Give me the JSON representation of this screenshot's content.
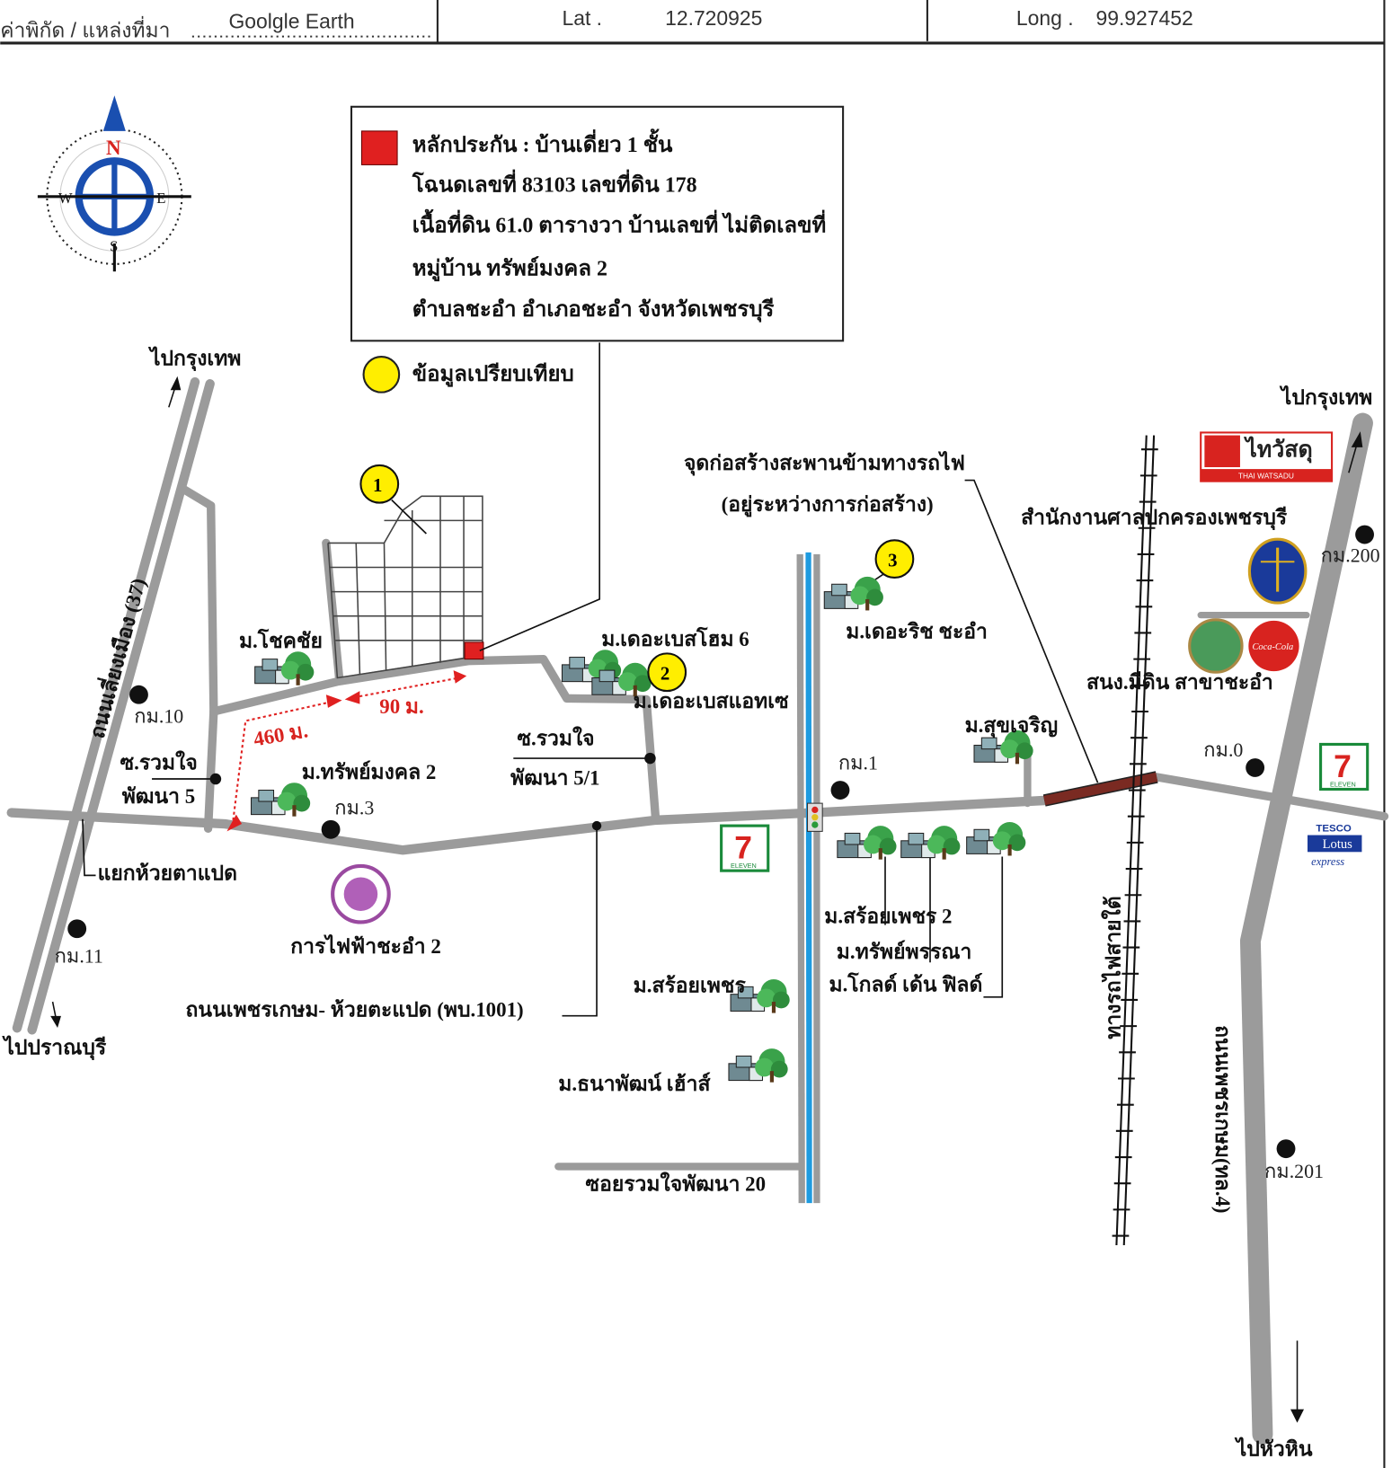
{
  "header": {
    "coords_label": "ค่าพิกัด / แหล่งที่มา",
    "source": "Goolgle Earth",
    "lat_label": "Lat .",
    "lat": "12.720925",
    "long_label": "Long .",
    "long": "99.927452"
  },
  "compass": {
    "n": "N",
    "e": "E",
    "s": "S",
    "w": "W"
  },
  "legend": {
    "collateral_color": "#e02020",
    "comparison_color": "#ffee00",
    "lines": [
      "หลักประกัน : บ้านเดี่ยว 1 ชั้น",
      "โฉนดเลขที่ 83103  เลขที่ดิน 178",
      "เนื้อที่ดิน 61.0 ตารางวา บ้านเลขที่ ไม่ติดเลขที่",
      "หมู่บ้าน ทรัพย์มงคล 2",
      "ตำบลชะอำ อำเภอชะอำ จังหวัดเพชรบุรี"
    ],
    "comparison": "ข้อมูลเปรียบเทียบ"
  },
  "markers": [
    "1",
    "2",
    "3"
  ],
  "distances": {
    "d1": "460 ม.",
    "d2": "90 ม."
  },
  "directions": {
    "to_bangkok_left": "ไปกรุงเทพ",
    "to_bangkok_right": "ไปกรุงเทพ",
    "to_pranburi": "ไปปราณบุรี",
    "to_huahin": "ไปหัวหิน"
  },
  "roads": {
    "bypass": "ถนนเลี่ยงเมือง (37)",
    "phetkasem": "ถนนเพชรเกษม(ทล.4)",
    "main_road": "ถนนเพชรเกษม- ห้วยตะแปด (พบ.1001)",
    "soi_5_a": "ซ.รวมใจ",
    "soi_5_b": "พัฒนา 5",
    "soi_51_a": "ซ.รวมใจ",
    "soi_51_b": "พัฒนา 5/1",
    "soi_20": "ซอยรวมใจพัฒนา 20",
    "junction": "แยกห้วยตาแปด",
    "railway": "ทางรถไฟสายใต้"
  },
  "km_markers": [
    "กม.10",
    "กม.3",
    "กม.11",
    "กม.1",
    "กม.0",
    "กม.200",
    "กม.201"
  ],
  "places": {
    "chokchai": "ม.โชคชัย",
    "sapmongkol2": "ม.ทรัพย์มงคล 2",
    "thebest6": "ม.เดอะเบสโฮม 6",
    "thebest_at": "ม.เดอะเบสแอทเซ",
    "therich": "ม.เดอะริช ชะอำ",
    "sukcharoen": "ม.สุขเจริญ",
    "soiphet2": "ม.สร้อยเพชร 2",
    "sappanna": "ม.ทรัพย์พรรณา",
    "goldenfield": "ม.โกลด์ เด้น ฟิลด์",
    "soiphet": "ม.สร้อยเพชร",
    "thanapat": "ม.ธนาพัฒน์ เฮ้าส์",
    "pea": "การไฟฟ้าชะอำ 2",
    "bridge_a": "จุดก่อสร้างสะพานข้ามทางรถไฟ",
    "bridge_b": "(อยู่ระหว่างการก่อสร้าง)",
    "court": "สำนักงานศาลปกครองเพชรบุรี",
    "bottling": "สนง.มีดิน สาขาชะอำ"
  },
  "logos": {
    "thaiwatsadu": "ไทวัสดุ",
    "thaiwatsadu_en": "THAI WATSADU",
    "seven": "7",
    "seven_en": "ELEVEN",
    "tesco": "TESCO",
    "lotus": "Lotus",
    "express": "express",
    "coke": "Coca-Cola"
  }
}
